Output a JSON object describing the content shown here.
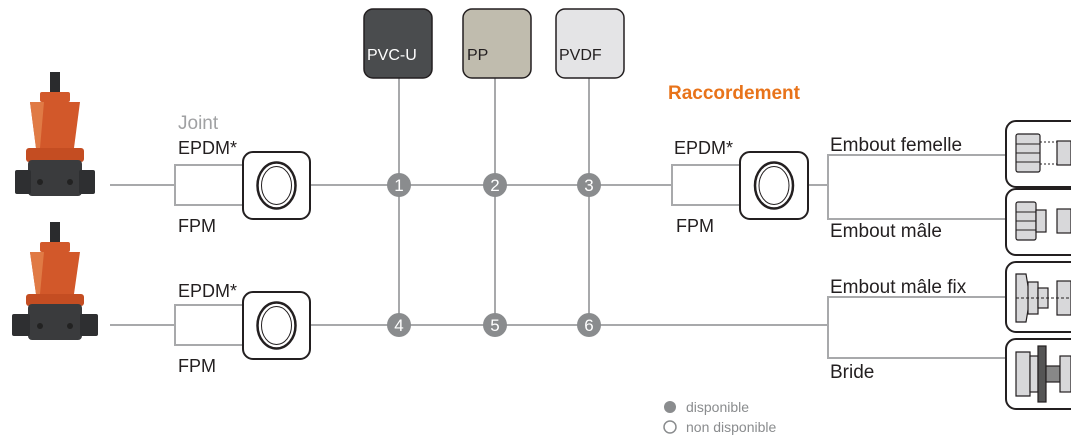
{
  "materials": [
    {
      "label": "PVC-U",
      "color": "#4a4c4e",
      "text_color": "#ffffff"
    },
    {
      "label": "PP",
      "color": "#c0bcae",
      "text_color": "#231f20"
    },
    {
      "label": "PVDF",
      "color": "#e4e4e6",
      "text_color": "#231f20"
    }
  ],
  "joint_heading": "Joint",
  "seal_options": {
    "epdm": "EPDM*",
    "fpm": "FPM"
  },
  "connection_heading": "Raccordement",
  "connection_options": [
    "Embout femelle",
    "Embout mâle",
    "Embout mâle fix",
    "Bride"
  ],
  "nodes": [
    "1",
    "2",
    "3",
    "4",
    "5",
    "6"
  ],
  "legend": {
    "available": "disponible",
    "unavailable": "non disponible"
  },
  "colors": {
    "accent": "#e8731a",
    "node": "#8a8c8e",
    "line": "#a8a9ab",
    "valve_orange": "#d2582a",
    "valve_dark": "#3a3b3d"
  }
}
